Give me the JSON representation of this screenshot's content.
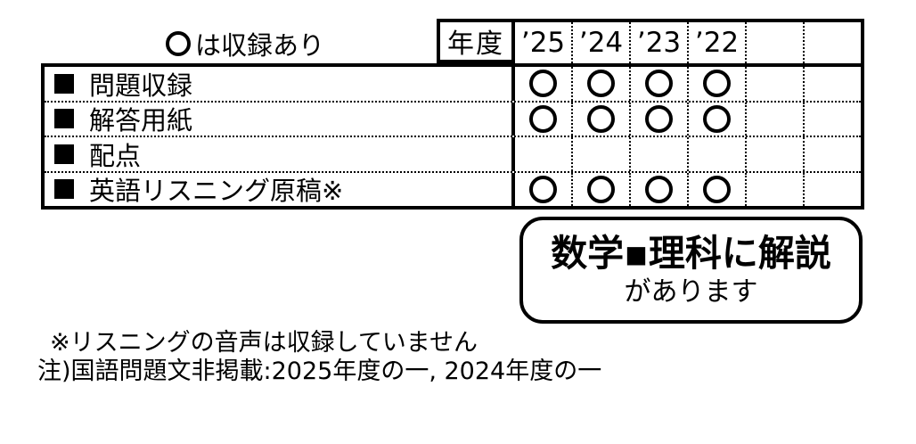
{
  "legend": {
    "circle": "〇",
    "text": "は収録あり"
  },
  "table": {
    "header": {
      "nendo": "年度",
      "years": [
        "’25",
        "’24",
        "’23",
        "’22",
        "",
        ""
      ]
    },
    "rows": [
      {
        "label": "問題収録",
        "marks": [
          "○",
          "○",
          "○",
          "○",
          "",
          ""
        ]
      },
      {
        "label": "解答用紙",
        "marks": [
          "○",
          "○",
          "○",
          "○",
          "",
          ""
        ]
      },
      {
        "label": "配点",
        "marks": [
          "",
          "",
          "",
          "",
          "",
          ""
        ]
      },
      {
        "label": "英語リスニング原稿※",
        "marks": [
          "○",
          "○",
          "○",
          "○",
          "",
          ""
        ]
      }
    ]
  },
  "callout": {
    "line1": "数学▪理科に解説",
    "line2": "があります"
  },
  "notes": [
    "※リスニングの音声は収録していません",
    "注)国語問題文非掲載:2025年度の一, 2024年度の一"
  ],
  "colors": {
    "ink": "#000000",
    "background": "#ffffff"
  }
}
